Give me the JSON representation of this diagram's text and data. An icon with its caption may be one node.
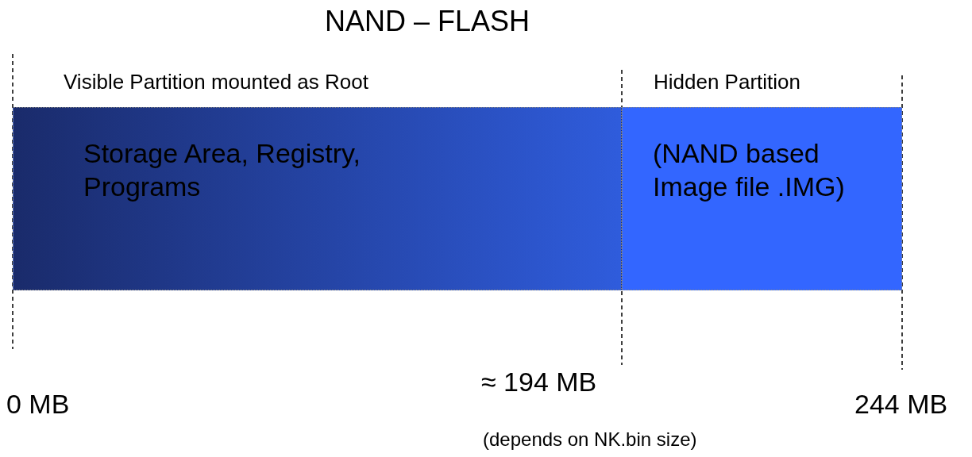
{
  "diagram": {
    "title": "NAND – FLASH",
    "nodes": [
      {
        "text": [
          "Visible Partition mounted as Root",
          "Storage Area, Registry, Programs"
        ]
      },
      {
        "text": [
          "Hidden Partition",
          "(NAND based Image file .IMG)"
        ]
      }
    ],
    "labels": [
      "≈ 194 MB",
      "0 MB",
      "244 MB",
      "(depends on NK.bin size)"
    ]
  }
}
